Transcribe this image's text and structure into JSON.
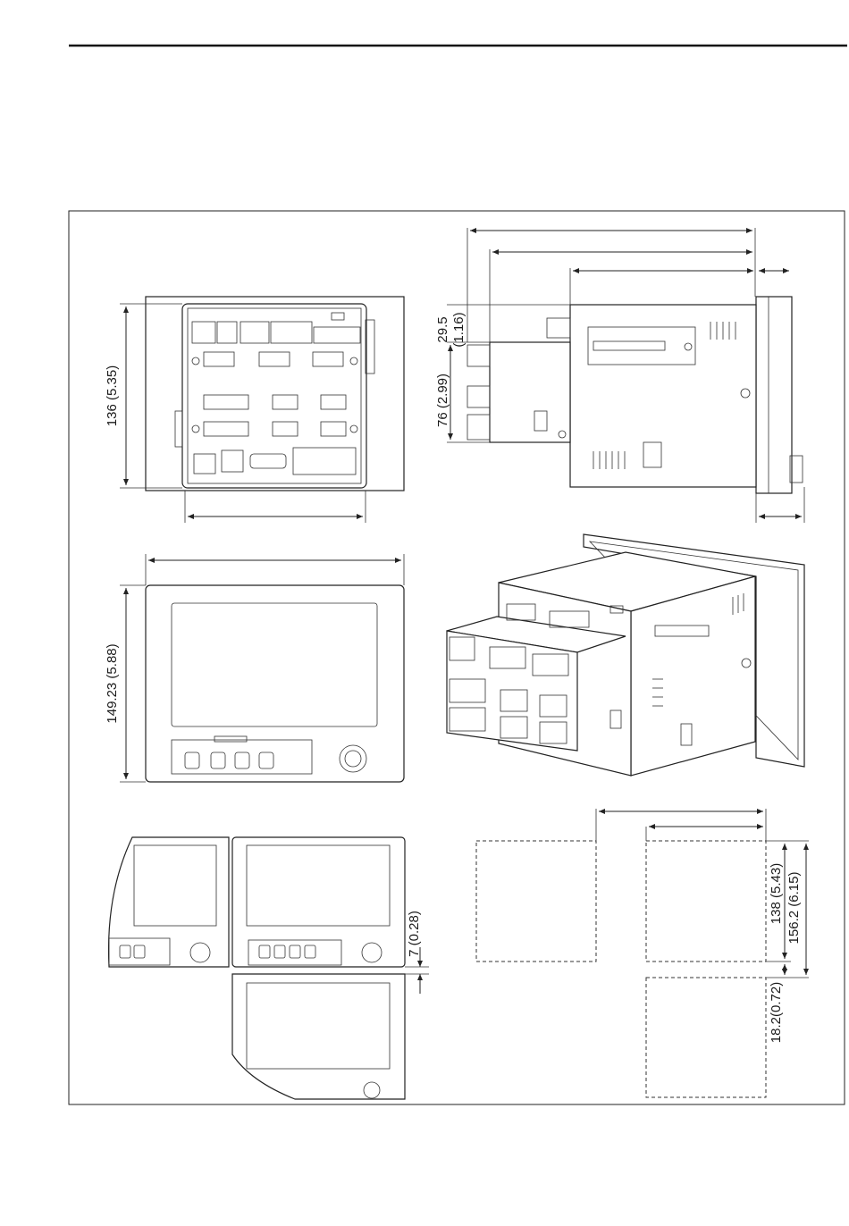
{
  "figure": {
    "dimensions": {
      "rear_height": "136 (5.35)",
      "top_offset_a": "29.5",
      "top_offset_b": "(1.16)",
      "side_height": "76 (2.99)",
      "front_height": "149.23 (5.88)",
      "mount_spacing": "7 (0.28)",
      "cutout_height": "138 (5.43)",
      "cutout_pitch": "156.2 (6.15)",
      "cutout_gap": "18.2(0.72)"
    }
  },
  "colors": {
    "line": "#222222",
    "panel": "#ffffff"
  },
  "icons": [
    "knob-icon",
    "connector-icon"
  ]
}
